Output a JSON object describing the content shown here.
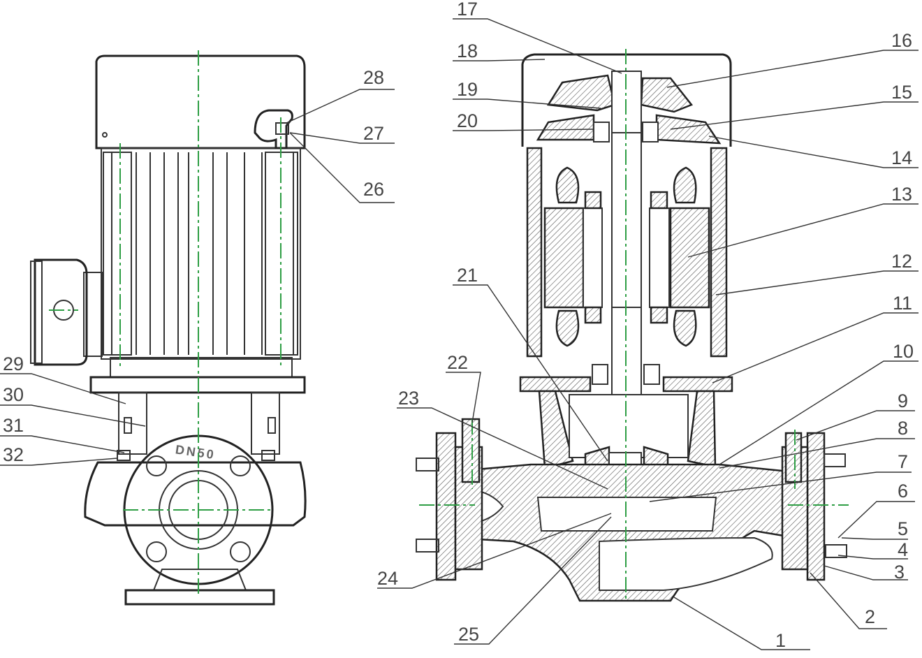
{
  "callouts": [
    "1",
    "2",
    "3",
    "4",
    "5",
    "6",
    "7",
    "8",
    "9",
    "10",
    "11",
    "12",
    "13",
    "14",
    "15",
    "16",
    "17",
    "18",
    "19",
    "20",
    "21",
    "22",
    "23",
    "24",
    "25",
    "26",
    "27",
    "28",
    "29",
    "30",
    "31",
    "32"
  ],
  "flange_marking": "DN50",
  "colors": {
    "line": "#333333",
    "centerline": "#2e9e44",
    "label": "#444444",
    "background": "#ffffff"
  }
}
